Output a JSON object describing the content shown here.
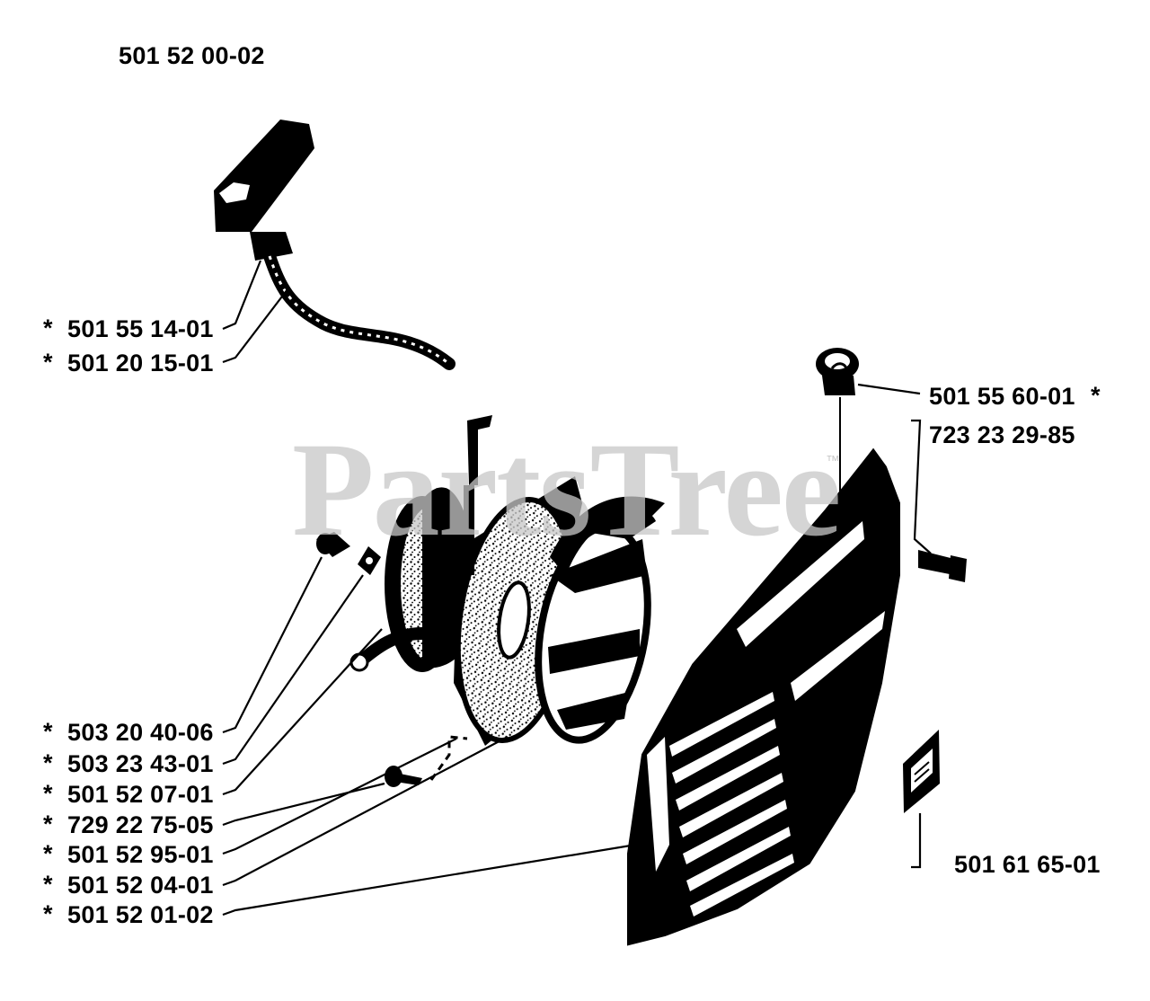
{
  "assembly_number": "501 52 00-02",
  "watermark": {
    "text": "PartsTree",
    "trademark": "™"
  },
  "parts_left": [
    {
      "part_number": "501 55 14-01",
      "marker": "*"
    },
    {
      "part_number": "501 20 15-01",
      "marker": "*"
    },
    {
      "part_number": "503 20 40-06",
      "marker": "*"
    },
    {
      "part_number": "503 23 43-01",
      "marker": "*"
    },
    {
      "part_number": "501 52 07-01",
      "marker": "*"
    },
    {
      "part_number": "729 22 75-05",
      "marker": "*"
    },
    {
      "part_number": "501 52 95-01",
      "marker": "*"
    },
    {
      "part_number": "501 52 04-01",
      "marker": "*"
    },
    {
      "part_number": "501 52 01-02",
      "marker": "*"
    }
  ],
  "parts_right": [
    {
      "part_number": "501 55 60-01",
      "marker": "*"
    },
    {
      "part_number": "723 23 29-85",
      "marker": ""
    },
    {
      "part_number": "501 61 65-01",
      "marker": ""
    }
  ],
  "colors": {
    "ink": "#000000",
    "watermark": "#c8c8c8",
    "background": "#ffffff"
  }
}
